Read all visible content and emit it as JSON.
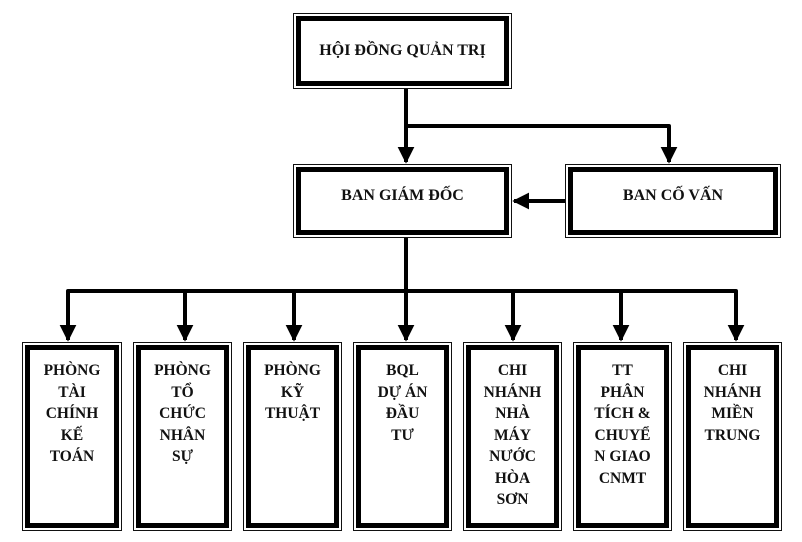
{
  "chart_title": "",
  "nodes": {
    "board": {
      "label": "HỘI ĐỒNG QUẢN TRỊ"
    },
    "directors": {
      "label": "BAN GIÁM ĐỐC"
    },
    "advisors": {
      "label": "BAN CỐ VẤN"
    },
    "departments": [
      {
        "lines": [
          "PHÒNG",
          "TÀI",
          "CHÍNH",
          "KẾ",
          "TOÁN"
        ]
      },
      {
        "lines": [
          "PHÒNG",
          "TỔ",
          "CHỨC",
          "NHÂN",
          "SỰ"
        ]
      },
      {
        "lines": [
          "PHÒNG",
          "KỸ",
          "THUẬT"
        ]
      },
      {
        "lines": [
          "BQL",
          "DỰ ÁN",
          "ĐẦU",
          "TƯ"
        ]
      },
      {
        "lines": [
          "CHI",
          "NHÁNH",
          "NHÀ",
          "MÁY",
          "NƯỚC",
          "HÒA",
          "SƠN"
        ]
      },
      {
        "lines": [
          "TT",
          "PHÂN",
          "TÍCH &",
          "CHUYỂ",
          "N GIAO",
          "CNMT"
        ]
      },
      {
        "lines": [
          "CHI",
          "NHÁNH",
          "MIỀN",
          "TRUNG"
        ]
      }
    ]
  },
  "edges": [
    {
      "from": "board",
      "to": "directors"
    },
    {
      "from": "board",
      "to": "advisors"
    },
    {
      "from": "advisors",
      "to": "directors"
    },
    {
      "from": "directors",
      "to": "departments.0"
    },
    {
      "from": "directors",
      "to": "departments.1"
    },
    {
      "from": "directors",
      "to": "departments.2"
    },
    {
      "from": "directors",
      "to": "departments.3"
    },
    {
      "from": "directors",
      "to": "departments.4"
    },
    {
      "from": "directors",
      "to": "departments.5"
    },
    {
      "from": "directors",
      "to": "departments.6"
    }
  ],
  "colors": {
    "line": "#000000",
    "box_border": "#000000",
    "background": "#ffffff",
    "text": "#111111"
  }
}
